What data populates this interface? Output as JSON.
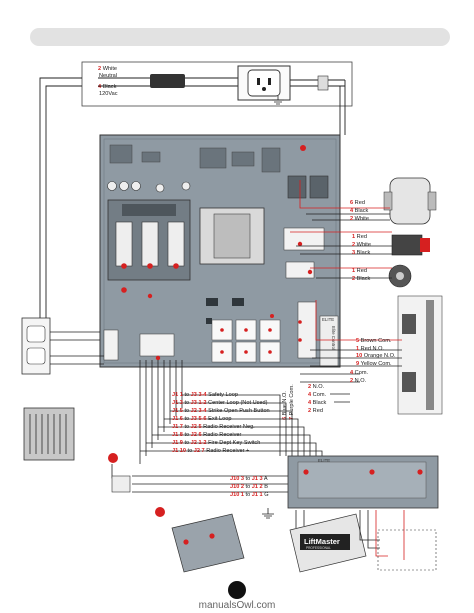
{
  "power": {
    "white_num": "2",
    "white_label": "White",
    "neutral_label": "Neutral",
    "black_num": "4",
    "black_label": "Black",
    "voltage_label": "120Vac"
  },
  "right_labels": [
    {
      "num": "6",
      "text": "Red"
    },
    {
      "num": "4",
      "text": "Black"
    },
    {
      "num": "2",
      "text": "White"
    },
    {
      "num": "1",
      "text": "Red"
    },
    {
      "num": "2",
      "text": "White"
    },
    {
      "num": "3",
      "text": "Black"
    },
    {
      "num": "1",
      "text": "Red"
    },
    {
      "num": "2",
      "text": "Black"
    },
    {
      "num": "5",
      "text": "Brown Com."
    },
    {
      "num": "1",
      "text": "Red N.O."
    },
    {
      "num": "10",
      "text": "Orange N.O."
    },
    {
      "num": "9",
      "text": "Yellow Com."
    },
    {
      "num": "4",
      "text": "Com."
    },
    {
      "num": "2",
      "text": "N.O."
    },
    {
      "num": "2",
      "text": "N.O."
    },
    {
      "num": "4",
      "text": "Com."
    },
    {
      "num": "4",
      "text": "Black"
    },
    {
      "num": "2",
      "text": "Red"
    }
  ],
  "vertical_labels": [
    {
      "num": "6",
      "text": "Blue N.O."
    },
    {
      "num": "7",
      "text": "Purple Com."
    }
  ],
  "connections": [
    {
      "a": "J1",
      "pa": "1",
      "b": "J3",
      "pb": "3-4",
      "text": "Safety Loop"
    },
    {
      "a": "J1",
      "pa": "3",
      "b": "J3",
      "pb": "1-2",
      "text": "Center Loop (Not Used)"
    },
    {
      "a": "J1",
      "pa": "5",
      "b": "J2",
      "pb": "3-4",
      "text": "Strike Open Push Button"
    },
    {
      "a": "J1",
      "pa": "6",
      "b": "J3",
      "pb": "5-6",
      "text": "Exit Loop"
    },
    {
      "a": "J1",
      "pa": "7",
      "b": "J2",
      "pb": "5",
      "text": "Radio Receiver Neg."
    },
    {
      "a": "J1",
      "pa": "8",
      "b": "J2",
      "pb": "6",
      "text": "Radio Receiver"
    },
    {
      "a": "J1",
      "pa": "9",
      "b": "J2",
      "pb": "1-2",
      "text": "Fire Dept Key Switch"
    },
    {
      "a": "J1",
      "pa": "10",
      "b": "J2",
      "pb": "7",
      "text": "Radio Receiver +"
    }
  ],
  "lower_connections": [
    {
      "a": "J10",
      "pa": "3",
      "b": "J1",
      "pb": "3",
      "text": "A"
    },
    {
      "a": "J10",
      "pa": "2",
      "b": "J1",
      "pb": "2",
      "text": "B"
    },
    {
      "a": "J10",
      "pa": "1",
      "b": "J1",
      "pb": "1",
      "text": "G"
    }
  ],
  "connector_word": "to",
  "board_badge": "ELITE",
  "board_vertical_text": "Elite Control",
  "brand": {
    "name": "LiftMaster",
    "sub": "PROFESSIONAL"
  },
  "watermark": "manualsOwl.com",
  "colors": {
    "red": "#d62020",
    "board": "#8f9aa3",
    "wire": "#222222"
  }
}
